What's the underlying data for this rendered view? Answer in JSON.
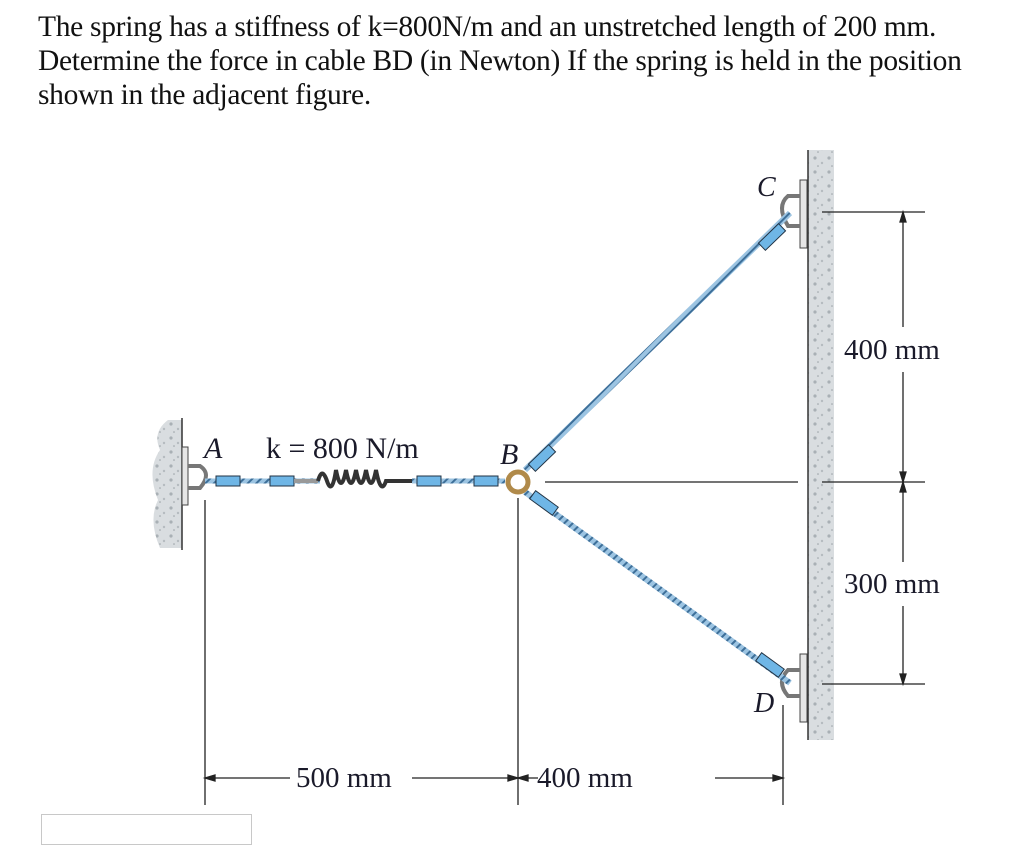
{
  "question": {
    "lines": [
      "The spring has a stiffness of k=800N/m and an unstretched length of 200 mm.",
      "Determine the force in cable BD (in Newton) If the spring is held in the position",
      "shown in the adjacent figure."
    ]
  },
  "figure": {
    "points": {
      "A": "A",
      "B": "B",
      "C": "C",
      "D": "D"
    },
    "spring_label": "k = 800 N/m",
    "dimensions": {
      "horizontal_AB": "500 mm",
      "horizontal_BD": "400 mm",
      "vertical_C_to_B": "400 mm",
      "vertical_B_to_D": "300 mm"
    },
    "colors": {
      "cable_sleeve": "#6fb6e6",
      "wall": "#d4d8dc",
      "ring": "#b08a4a",
      "dimension_line": "#222222"
    }
  },
  "answer": {
    "value": "",
    "placeholder": ""
  }
}
